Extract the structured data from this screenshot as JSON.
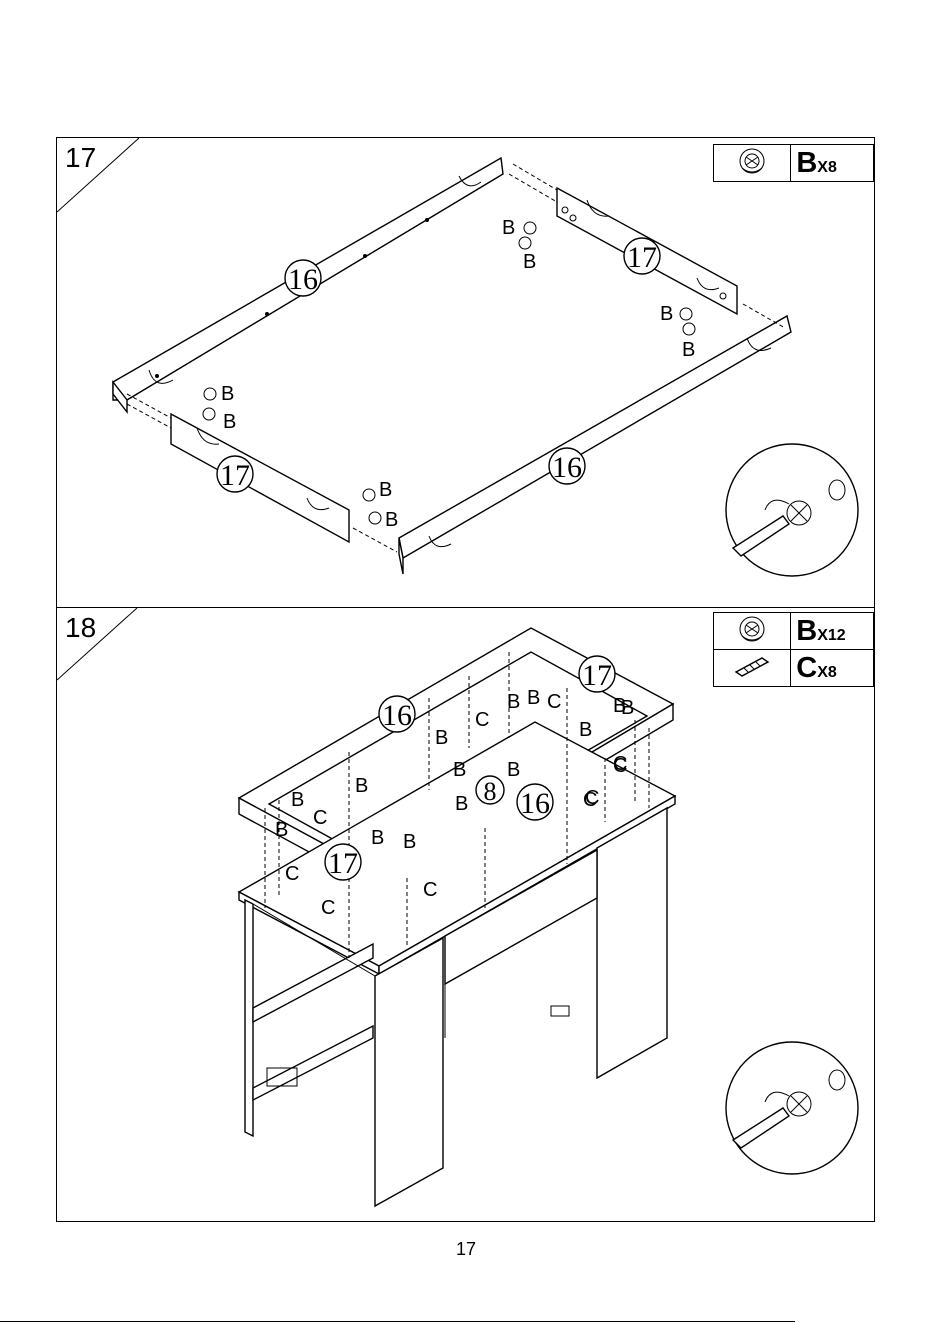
{
  "steps": [
    {
      "number": "17",
      "hardware": [
        {
          "icon": "cam-lock-icon",
          "letter": "B",
          "count": "X8"
        }
      ],
      "part_callouts": [
        "16",
        "17",
        "17",
        "16"
      ],
      "hardware_labels": [
        "B",
        "B",
        "B",
        "B",
        "B",
        "B",
        "B",
        "B"
      ]
    },
    {
      "number": "18",
      "hardware": [
        {
          "icon": "cam-lock-icon",
          "letter": "B",
          "count": "X12"
        },
        {
          "icon": "wood-dowel-icon",
          "letter": "C",
          "count": "X8"
        }
      ],
      "part_callouts": [
        "16",
        "17",
        "16",
        "17",
        "8"
      ],
      "hardware_labels": [
        "B",
        "B",
        "C",
        "C",
        "B",
        "B",
        "B",
        "C",
        "B",
        "B",
        "C",
        "B",
        "B",
        "B",
        "C",
        "C",
        "C",
        "B",
        "B",
        "B",
        "C",
        "B",
        "C",
        "C"
      ]
    }
  ],
  "page_number": "17"
}
